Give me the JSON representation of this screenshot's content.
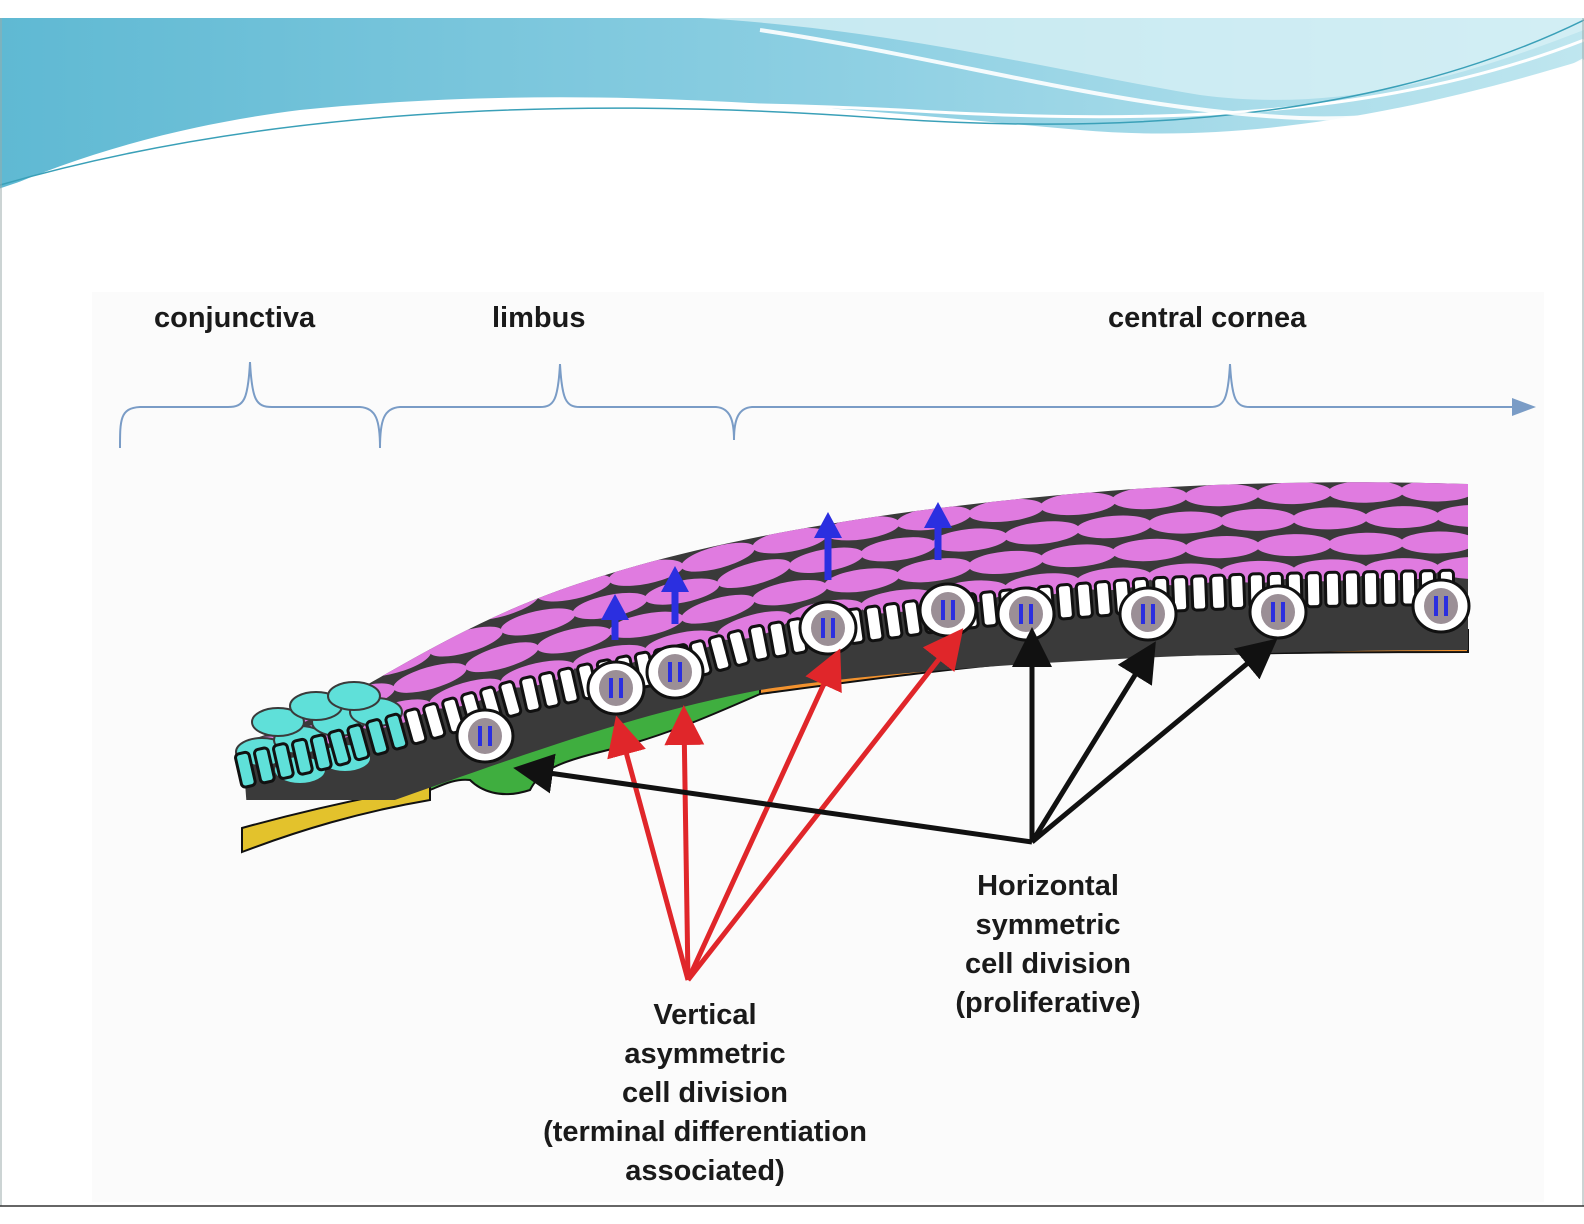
{
  "regions": {
    "conjunctiva": "conjunctiva",
    "limbus": "limbus",
    "central_cornea": "central cornea"
  },
  "vertical_caption": {
    "line1": "Vertical",
    "line2": "asymmetric",
    "line3": "cell division",
    "line4": "(terminal differentiation",
    "line5": "associated)"
  },
  "horizontal_caption": {
    "line1": "Horizontal",
    "line2": "symmetric",
    "line3": "cell division",
    "line4": "(proliferative)"
  },
  "colors": {
    "banner": "#7ec9dc",
    "superficial_cells": "#e07be0",
    "conjunctival_cells": "#5fe0d9",
    "limbal_stroma": "#3fae3f",
    "corneal_stroma": "#f2922e",
    "conjunctival_stroma": "#e3c22c",
    "vertical_arrows": "#e0262a",
    "horizontal_arrows": "#111111",
    "daughter_arrows": "#2b2fe0",
    "axis": "#7a9cc6"
  }
}
